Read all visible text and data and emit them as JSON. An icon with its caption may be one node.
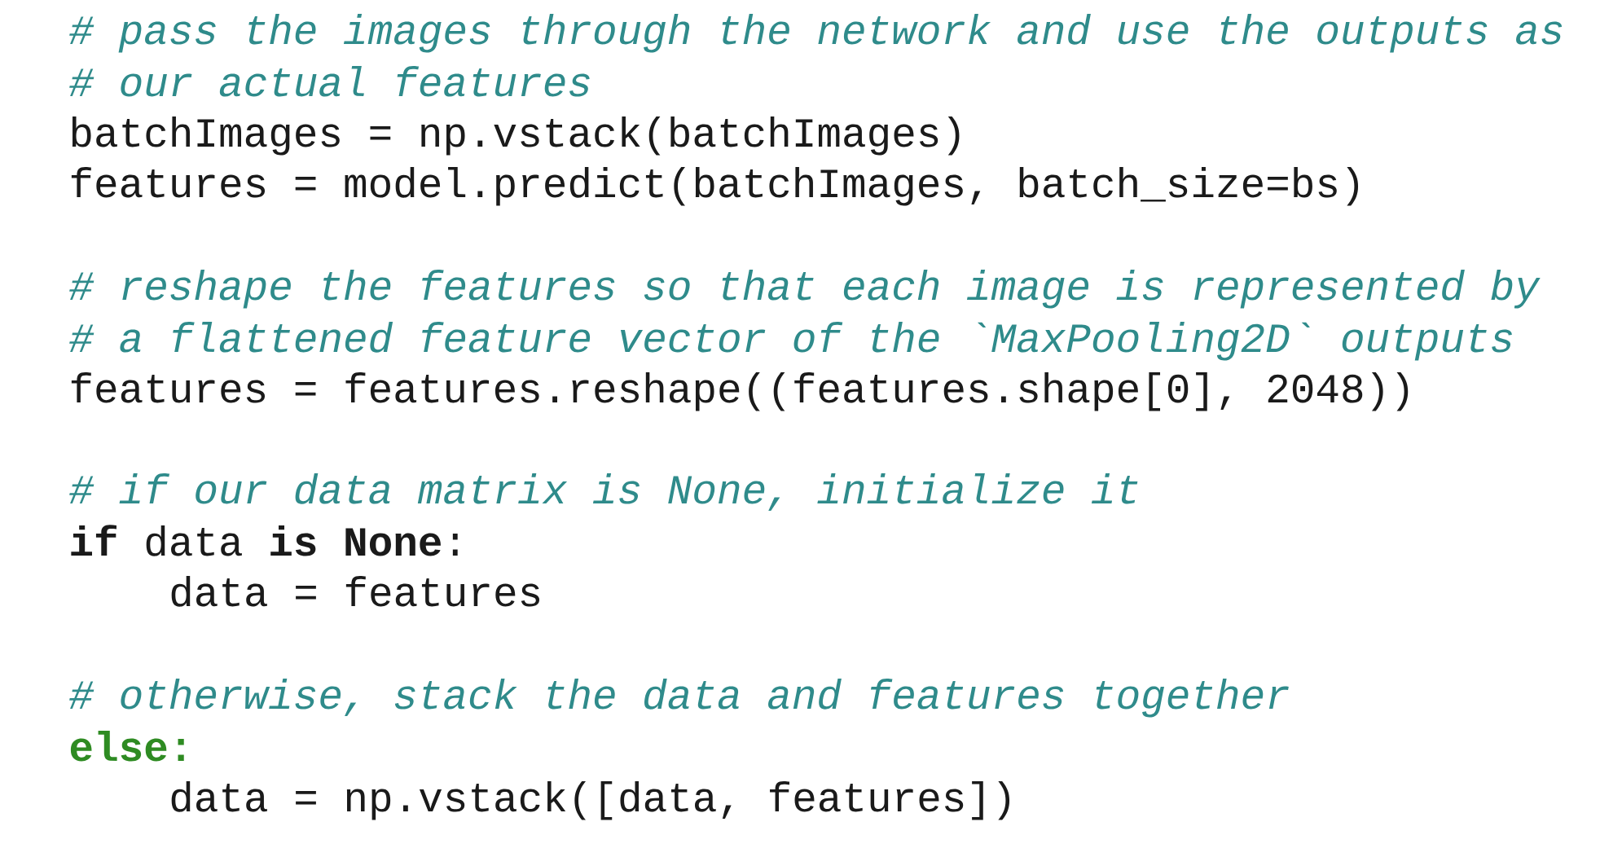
{
  "diagram": {
    "labels": [
      "# pass the images through the network and use the outputs as",
      "# our actual features",
      "batchImages = np.vstack(batchImages)",
      "features = model.predict(batchImages, batch_size=bs)",
      "# reshape the features so that each image is represented by",
      "# a flattened feature vector of the `MaxPooling2D` outputs",
      "features = features.reshape((features.shape[0], 2048))",
      "# if our data matrix is None, initialize it",
      "**if** data **is None**:",
      "data = features",
      "# otherwise, stack the data and features together",
      "else:",
      "data = np.vstack([data, features])"
    ]
  }
}
